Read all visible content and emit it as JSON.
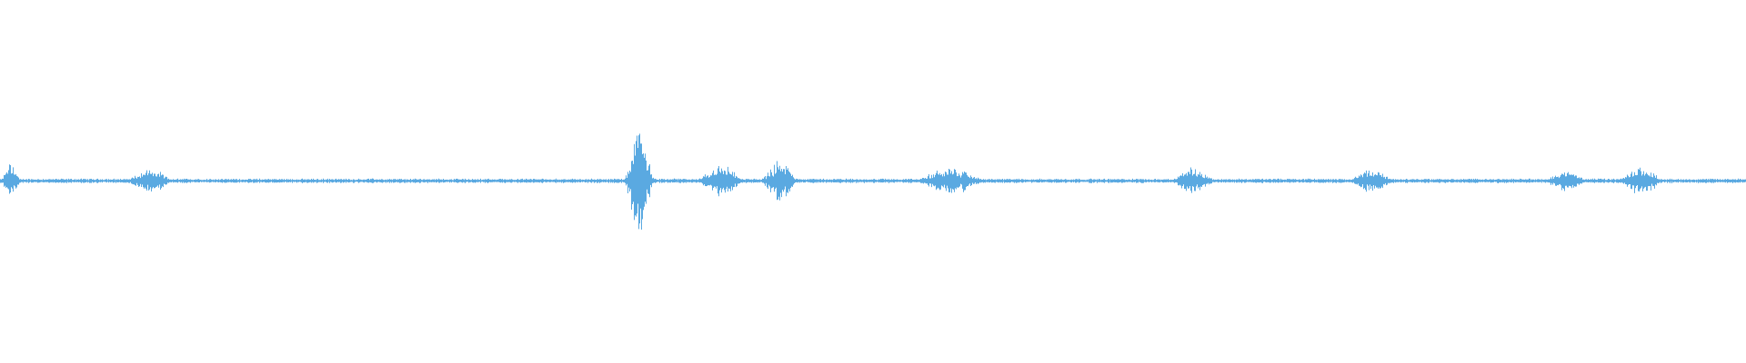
{
  "waveform": {
    "color": "#5aa9e1",
    "background": "#ffffff",
    "baseline_level": 0.02,
    "segments": [
      {
        "start": 0.0,
        "end": 0.012,
        "peak": 0.18
      },
      {
        "start": 0.071,
        "end": 0.1,
        "peak": 0.12
      },
      {
        "start": 0.357,
        "end": 0.375,
        "peak": 0.55
      },
      {
        "start": 0.398,
        "end": 0.427,
        "peak": 0.16
      },
      {
        "start": 0.435,
        "end": 0.458,
        "peak": 0.2
      },
      {
        "start": 0.522,
        "end": 0.566,
        "peak": 0.13
      },
      {
        "start": 0.67,
        "end": 0.697,
        "peak": 0.13
      },
      {
        "start": 0.771,
        "end": 0.8,
        "peak": 0.12
      },
      {
        "start": 0.883,
        "end": 0.911,
        "peak": 0.1
      },
      {
        "start": 0.926,
        "end": 0.954,
        "peak": 0.14
      }
    ]
  }
}
